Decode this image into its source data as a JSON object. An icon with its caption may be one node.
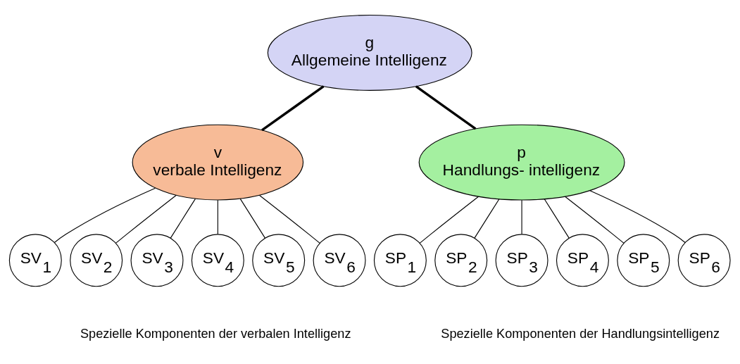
{
  "diagram": {
    "nodes": [
      {
        "text": [
          "g",
          "Allgemeine Intelligenz"
        ]
      },
      {
        "text": [
          "v",
          "verbale Intelligenz"
        ]
      },
      {
        "text": [
          "p",
          "Handlungs- intelligenz"
        ]
      },
      {
        "text": [
          "SV$_{1}$"
        ]
      },
      {
        "text": [
          "SV$_{2}$"
        ]
      },
      {
        "text": [
          "SV$_{3}$"
        ]
      },
      {
        "text": [
          "SV$_{4}$"
        ]
      },
      {
        "text": [
          "SV$_{5}$"
        ]
      },
      {
        "text": [
          "SV$_{6}$"
        ]
      },
      {
        "text": [
          "SP$_{1}$"
        ]
      },
      {
        "text": [
          "SP$_{2}$"
        ]
      },
      {
        "text": [
          "SP$_{3}$"
        ]
      },
      {
        "text": [
          "SP$_{4}$"
        ]
      },
      {
        "text": [
          "SP$_{5}$"
        ]
      },
      {
        "text": [
          "SP$_{6}$"
        ]
      }
    ],
    "edges": [
      {
        "from": 0,
        "to": 1,
        "arrow": "none",
        "style": "thick"
      },
      {
        "from": 0,
        "to": 2,
        "arrow": "none",
        "style": "thick"
      },
      {
        "from": 1,
        "to": 3,
        "arrow": "none"
      },
      {
        "from": 1,
        "to": 4,
        "arrow": "none"
      },
      {
        "from": 1,
        "to": 5,
        "arrow": "none"
      },
      {
        "from": 1,
        "to": 6,
        "arrow": "none"
      },
      {
        "from": 1,
        "to": 7,
        "arrow": "none"
      },
      {
        "from": 1,
        "to": 8,
        "arrow": "none"
      },
      {
        "from": 2,
        "to": 9,
        "arrow": "none"
      },
      {
        "from": 2,
        "to": 10,
        "arrow": "none"
      },
      {
        "from": 2,
        "to": 11,
        "arrow": "none"
      },
      {
        "from": 2,
        "to": 12,
        "arrow": "none"
      },
      {
        "from": 2,
        "to": 13,
        "arrow": "none"
      },
      {
        "from": 2,
        "to": 14,
        "arrow": "none"
      }
    ],
    "labels": [
      "Spezielle Komponenten der verbalen Intelligenz",
      "Spezielle Komponenten der Handlungsintelligenz"
    ]
  }
}
